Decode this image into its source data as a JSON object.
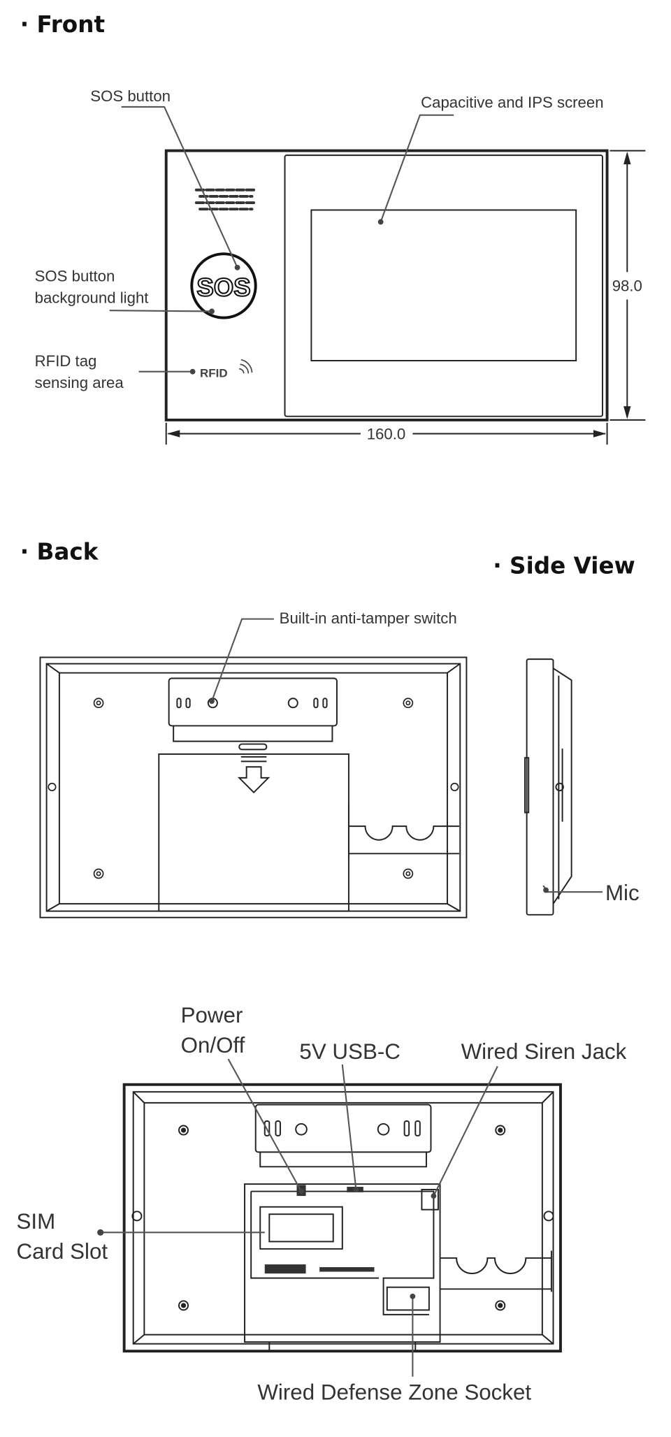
{
  "front": {
    "heading": "· Front",
    "labels": {
      "sos_button": "SOS button",
      "screen": "Capacitive and IPS screen",
      "sos_light_1": "SOS button",
      "sos_light_2": "background light",
      "rfid_1": "RFID tag",
      "rfid_2": "sensing area"
    },
    "device_text": {
      "sos": "SOS",
      "rfid": "RFID"
    },
    "dimensions": {
      "height": "98.0",
      "width": "160.0"
    }
  },
  "back": {
    "heading": "· Back",
    "labels": {
      "tamper": "Built-in anti-tamper switch"
    }
  },
  "side": {
    "heading": "· Side View",
    "labels": {
      "mic": "Mic"
    }
  },
  "interior": {
    "labels": {
      "power_1": "Power",
      "power_2": "On/Off",
      "usb": "5V USB-C",
      "siren": "Wired Siren Jack",
      "sim_1": "SIM",
      "sim_2": "Card Slot",
      "zone": "Wired Defense Zone Socket"
    }
  }
}
